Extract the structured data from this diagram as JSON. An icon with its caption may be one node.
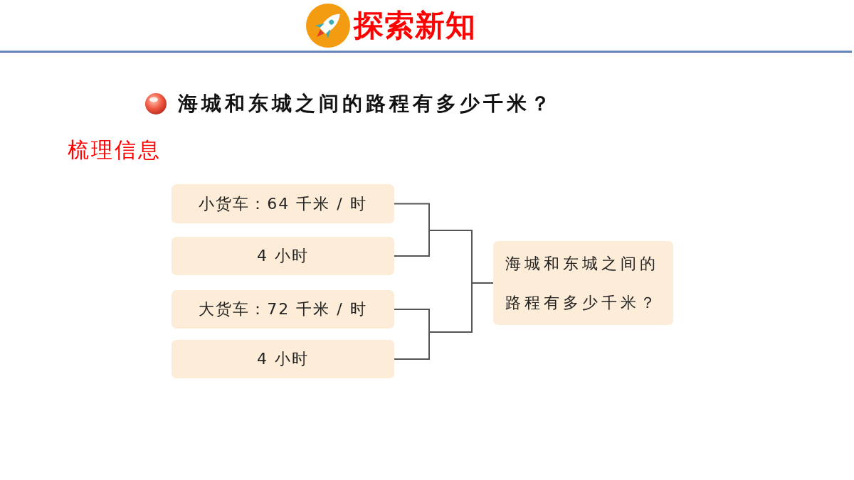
{
  "diagram": {
    "title": "探索新知",
    "nodes": [
      {
        "text": [
          "小货车：64 千米 / 时"
        ]
      },
      {
        "text": [
          "4 小时"
        ]
      },
      {
        "text": [
          "大货车：72 千米 / 时"
        ]
      },
      {
        "text": [
          "4 小时"
        ]
      },
      {
        "text": [
          "海城和东城之间的路程有多少千米？"
        ]
      }
    ],
    "edges": [
      {
        "from": 0,
        "to": 4,
        "arrow": "none"
      },
      {
        "from": 1,
        "to": 4,
        "arrow": "none"
      },
      {
        "from": 2,
        "to": 4,
        "arrow": "none"
      },
      {
        "from": 3,
        "to": 4,
        "arrow": "none"
      }
    ],
    "labels": [
      "海城和东城之间的路程有多少千米？",
      "梳理信息"
    ]
  }
}
